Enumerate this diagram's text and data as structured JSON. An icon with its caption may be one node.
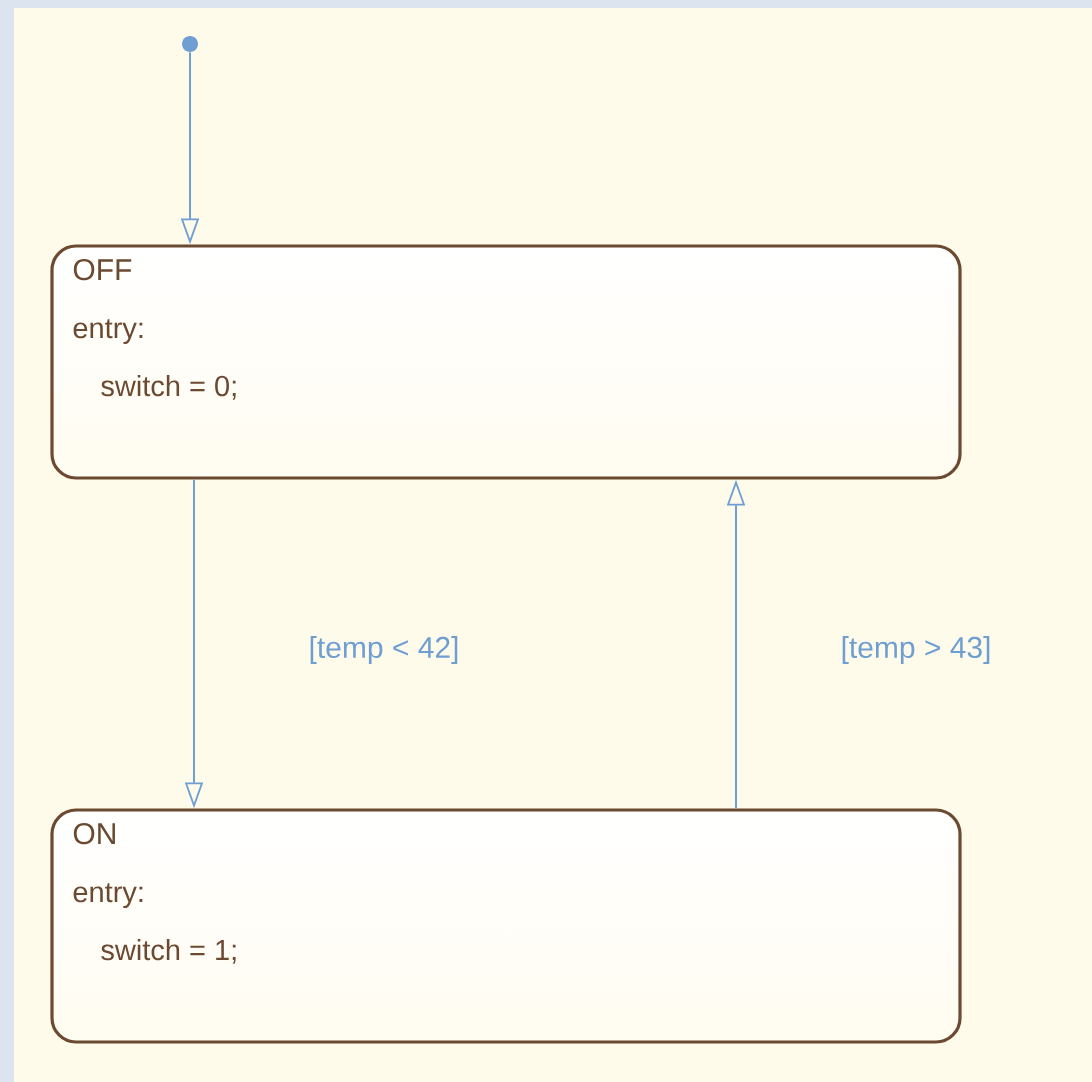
{
  "diagram": {
    "nodes": [
      {
        "text": [],
        "shape": "circle"
      },
      {
        "text": [
          "OFF",
          "entry:",
          "switch = 0;"
        ]
      },
      {
        "text": [
          "ON",
          "entry:",
          "switch = 1;"
        ]
      }
    ],
    "edges": [
      {
        "from": 0,
        "to": 1,
        "arrow": "to"
      },
      {
        "from": 1,
        "to": 2,
        "arrow": "to",
        "label": "[temp < 42]"
      },
      {
        "from": 2,
        "to": 1,
        "arrow": "to",
        "label": "[temp > 43]"
      }
    ]
  }
}
